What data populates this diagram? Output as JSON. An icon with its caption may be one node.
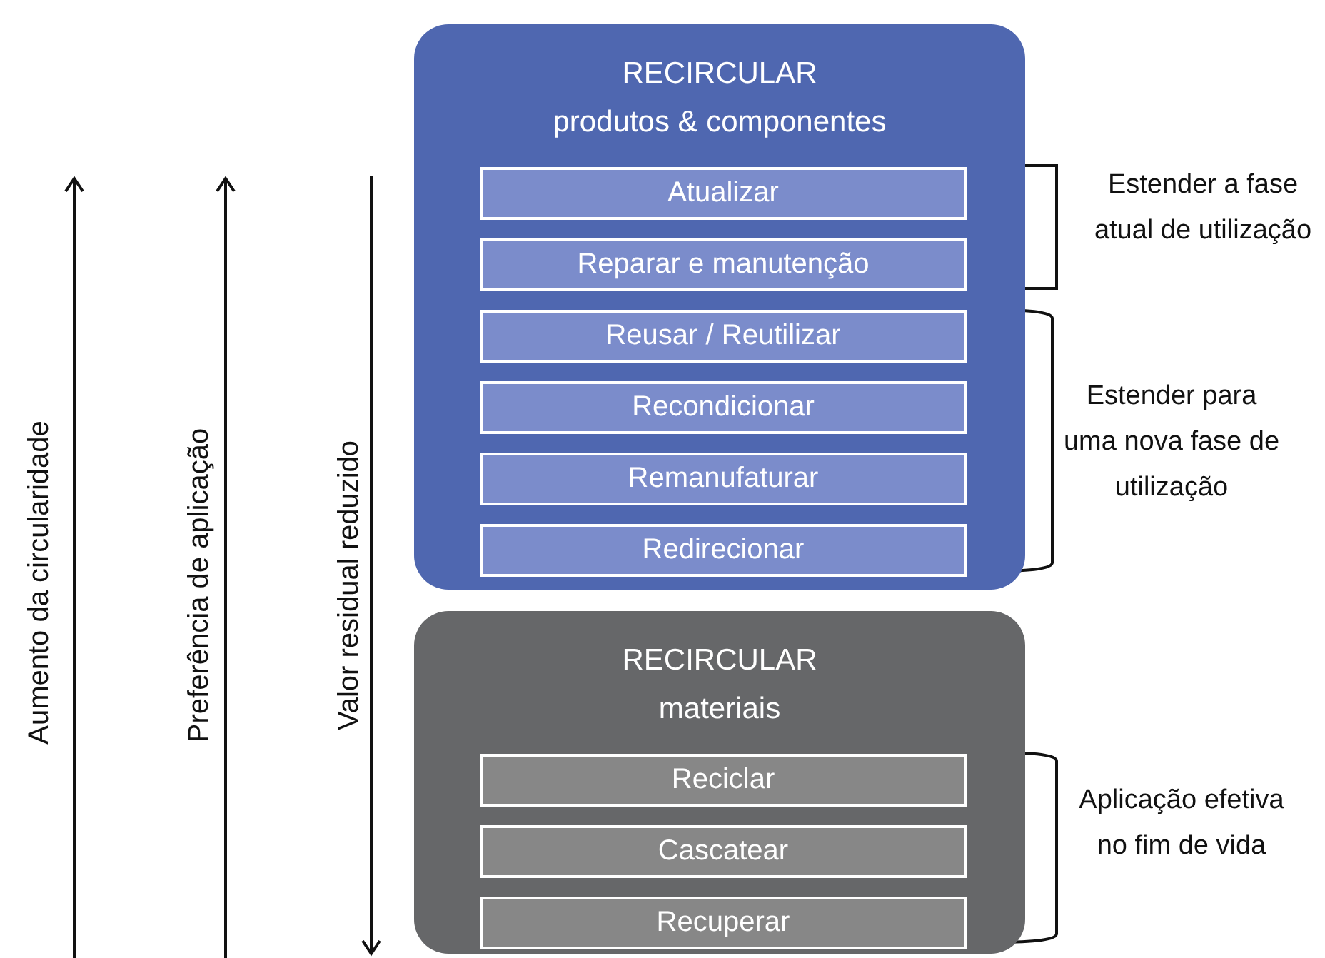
{
  "diagram": {
    "nodes": [
      {
        "text": [
          "RECIRCULAR",
          "produtos & componentes"
        ]
      },
      {
        "text": [
          "Atualizar"
        ],
        "in": 0
      },
      {
        "text": [
          "Reparar e manutenção"
        ],
        "in": 0
      },
      {
        "text": [
          "Reusar / Reutilizar"
        ],
        "in": 0
      },
      {
        "text": [
          "Recondicionar"
        ],
        "in": 0
      },
      {
        "text": [
          "Remanufaturar"
        ],
        "in": 0
      },
      {
        "text": [
          "Redirecionar"
        ],
        "in": 0
      },
      {
        "text": [
          "RECIRCULAR",
          "materiais"
        ]
      },
      {
        "text": [
          "Reciclar"
        ],
        "in": 7
      },
      {
        "text": [
          "Cascatear"
        ],
        "in": 7
      },
      {
        "text": [
          "Recuperar"
        ],
        "in": 7
      }
    ],
    "labels": [
      "Aumento da circularidade",
      "Preferência de aplicação",
      "Valor residual reduzido",
      "Estender a fase atual de utilização",
      "Estender para uma nova fase de utilização",
      "Aplicação efetiva no fim de vida"
    ]
  }
}
